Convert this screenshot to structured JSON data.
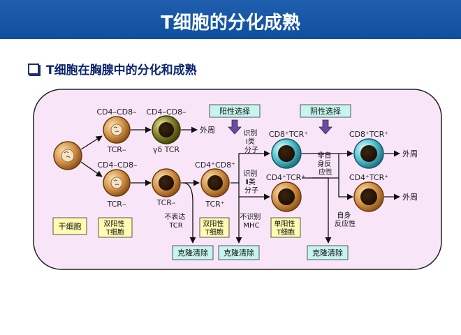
{
  "header": {
    "title": "T细胞的分化成熟"
  },
  "subtitle": "T细胞在胸腺中的分化和成熟",
  "selection_boxes": {
    "positive": "阳性选择",
    "negative": "阴性选择"
  },
  "labels": {
    "cd4m_cd8m_top": "CD4–CD8–",
    "cd4m_cd8m_top2": "CD4–CD8–",
    "cd4m_cd8m_mid": "CD4–CD8–",
    "tcr_minus_1": "TCR–",
    "gd_tcr": "γδ TCR",
    "tcr_minus_2": "TCR–",
    "tcr_minus_3": "TCR–",
    "cd4p_cd8p": "CD4⁺CD8⁺",
    "tcr_plus": "TCR⁺",
    "cd8_tcr_mid": "CD8⁺TCR⁺",
    "cd4_tcr_mid": "CD4⁺TCR⁺",
    "cd8_tcr_right": "CD8⁺TCR⁺",
    "cd4_tcr_right": "CD4⁺TCR⁺",
    "periphery_1": "外周",
    "periphery_2": "外周",
    "periphery_3": "外周",
    "recognize_class1": [
      "识别",
      "Ⅰ类",
      "分子"
    ],
    "recognize_class2": [
      "识别",
      "Ⅱ类",
      "分子"
    ],
    "non_self_reactive": [
      "非自",
      "身反",
      "应性"
    ],
    "not_express_tcr": [
      "不表达",
      "TCR"
    ],
    "not_recognize_mhc": [
      "不识别",
      "MHC"
    ],
    "self_reactive": [
      "自身",
      "反应性"
    ]
  },
  "boxes": {
    "stem_cell": "干细胞",
    "double_positive": [
      "双阳性",
      "T细胞"
    ],
    "double_positive_2": [
      "双阳性",
      "T细胞"
    ],
    "single_positive": [
      "单阳性",
      "T细胞"
    ],
    "clonal_deletion_1": "克隆清除",
    "clonal_deletion_2": "克隆清除",
    "clonal_deletion_3": "克隆清除"
  },
  "colors": {
    "banner": "#1a5aa8",
    "panel_fill": "#f8e6f8",
    "label_box": "#fffbb0",
    "selection_box": "#c6f4ee",
    "cell_brown": "#c07a2c",
    "cell_cyan": "#38a8b8",
    "cell_olive": "#6d6a1c"
  }
}
